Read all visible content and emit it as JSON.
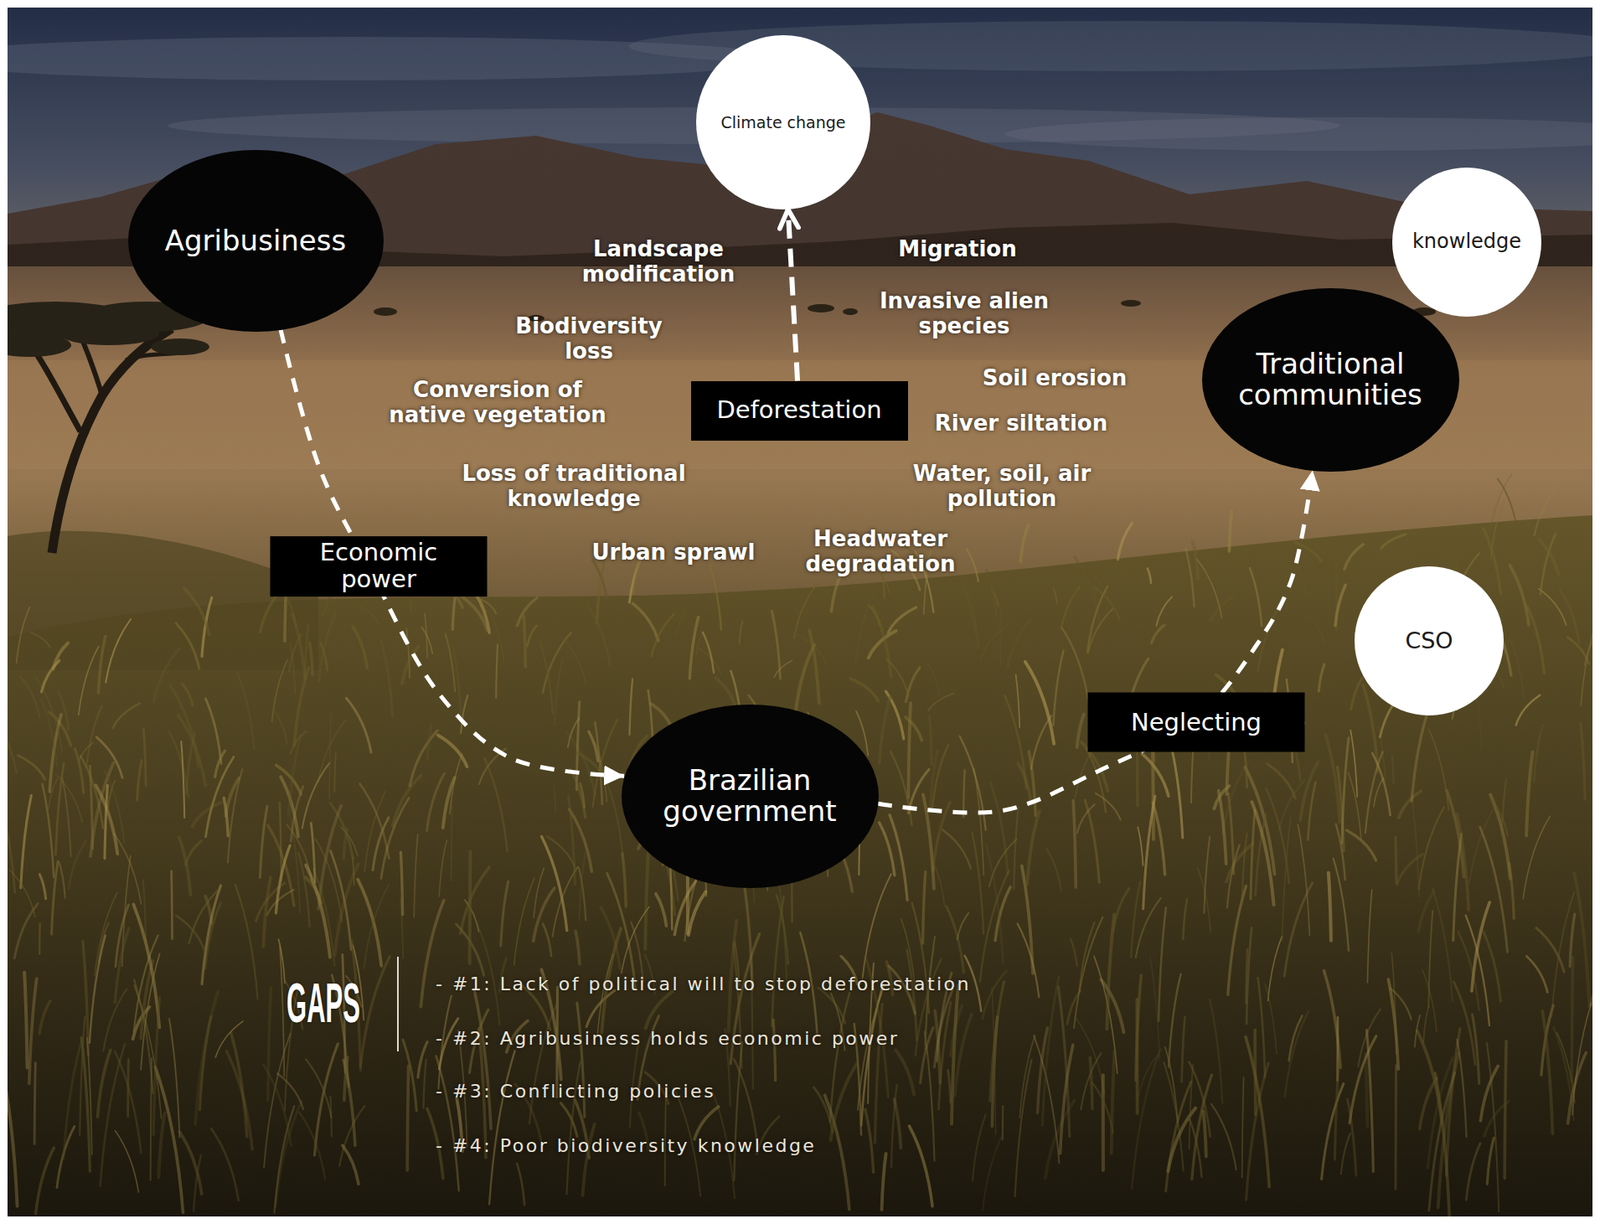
{
  "diagram": {
    "nodes": [
      {
        "text": [
          "Climate change"
        ]
      },
      {
        "text": [
          "Agribusiness"
        ]
      },
      {
        "text": [
          "knowledge"
        ]
      },
      {
        "text": [
          "Traditional communities"
        ]
      },
      {
        "text": [
          "Deforestation"
        ]
      },
      {
        "text": [
          "CSO"
        ]
      },
      {
        "text": [
          "Brazilian government"
        ]
      }
    ],
    "edges": [
      {
        "from": 1,
        "to": 6,
        "label": "Economic power",
        "arrow": "to"
      },
      {
        "from": 6,
        "to": 3,
        "label": "Neglecting",
        "arrow": "to"
      },
      {
        "from": 4,
        "to": 0,
        "arrow": "to"
      }
    ],
    "labels": [
      "Landscape modification",
      "Migration",
      "Biodiversity loss",
      "Invasive alien species",
      "Conversion of native vegetation",
      "Soil erosion",
      "River siltation",
      "Loss of traditional knowledge",
      "Water, soil, air pollution",
      "Urban sprawl",
      "Headwater degradation",
      "GAPS",
      "- #1: Lack of political will to stop deforestation",
      "- #2: Agribusiness holds economic power",
      "- #3: Conflicting policies",
      "- #4: Poor biodiversity knowledge"
    ]
  }
}
